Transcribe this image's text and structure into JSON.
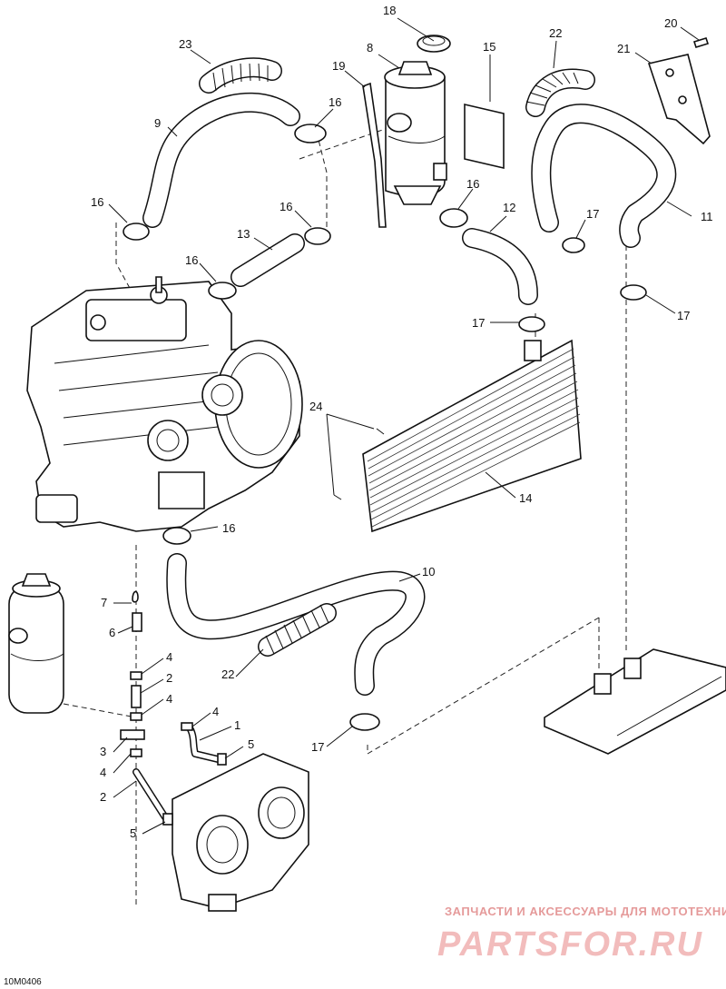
{
  "diagram_code": "10M0406",
  "watermark": {
    "tagline": "ЗАПЧАСТИ И АКСЕССУАРЫ ДЛЯ МОТОТЕХНИКИ",
    "logo": "PARTSFOR.RU"
  },
  "callouts": [
    {
      "id": "c18",
      "label": "18"
    },
    {
      "id": "c8",
      "label": "8"
    },
    {
      "id": "c15",
      "label": "15"
    },
    {
      "id": "c22a",
      "label": "22"
    },
    {
      "id": "c20",
      "label": "20"
    },
    {
      "id": "c21",
      "label": "21"
    },
    {
      "id": "c23",
      "label": "23"
    },
    {
      "id": "c19",
      "label": "19"
    },
    {
      "id": "c16a",
      "label": "16"
    },
    {
      "id": "c9",
      "label": "9"
    },
    {
      "id": "c16b",
      "label": "16"
    },
    {
      "id": "c16c",
      "label": "16"
    },
    {
      "id": "c12",
      "label": "12"
    },
    {
      "id": "c17a",
      "label": "17"
    },
    {
      "id": "c11",
      "label": "11"
    },
    {
      "id": "c16d",
      "label": "16"
    },
    {
      "id": "c13",
      "label": "13"
    },
    {
      "id": "c16e",
      "label": "16"
    },
    {
      "id": "c17b",
      "label": "17"
    },
    {
      "id": "c17c",
      "label": "17"
    },
    {
      "id": "c24",
      "label": "24"
    },
    {
      "id": "c14",
      "label": "14"
    },
    {
      "id": "c16f",
      "label": "16"
    },
    {
      "id": "c10",
      "label": "10"
    },
    {
      "id": "c7",
      "label": "7"
    },
    {
      "id": "c6",
      "label": "6"
    },
    {
      "id": "c22b",
      "label": "22"
    },
    {
      "id": "c4a",
      "label": "4"
    },
    {
      "id": "c2a",
      "label": "2"
    },
    {
      "id": "c4b",
      "label": "4"
    },
    {
      "id": "c4c",
      "label": "4"
    },
    {
      "id": "c1",
      "label": "1"
    },
    {
      "id": "c17d",
      "label": "17"
    },
    {
      "id": "c3",
      "label": "3"
    },
    {
      "id": "c5a",
      "label": "5"
    },
    {
      "id": "c4d",
      "label": "4"
    },
    {
      "id": "c2b",
      "label": "2"
    },
    {
      "id": "c5b",
      "label": "5"
    }
  ]
}
